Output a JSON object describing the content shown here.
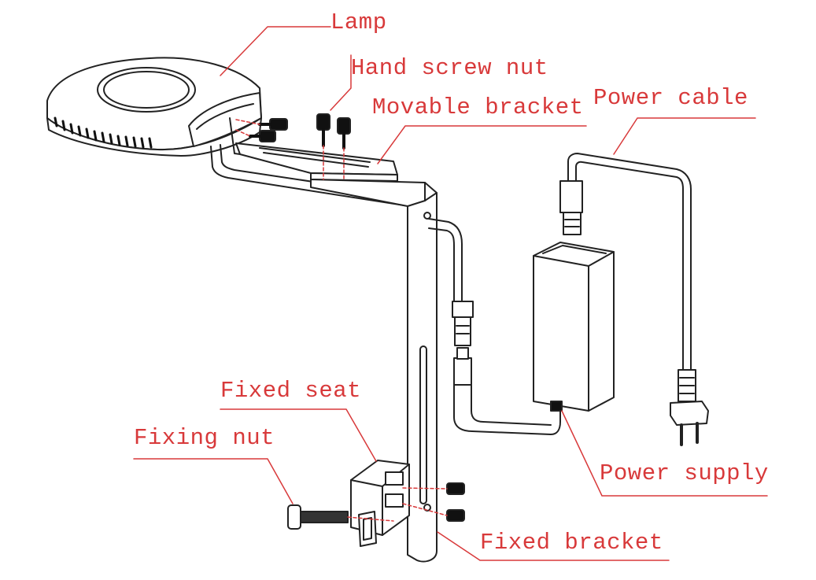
{
  "labels": {
    "lamp": "Lamp",
    "hand_screw_nut": "Hand screw nut",
    "movable_bracket": "Movable bracket",
    "power_cable": "Power cable",
    "fixed_seat": "Fixed seat",
    "fixing_nut": "Fixing nut",
    "power_supply": "Power supply",
    "fixed_bracket": "Fixed bracket"
  },
  "colors": {
    "label_text": "#d8393a",
    "leader_line": "#d8393a",
    "outline": "#222222",
    "background": "#ffffff"
  }
}
